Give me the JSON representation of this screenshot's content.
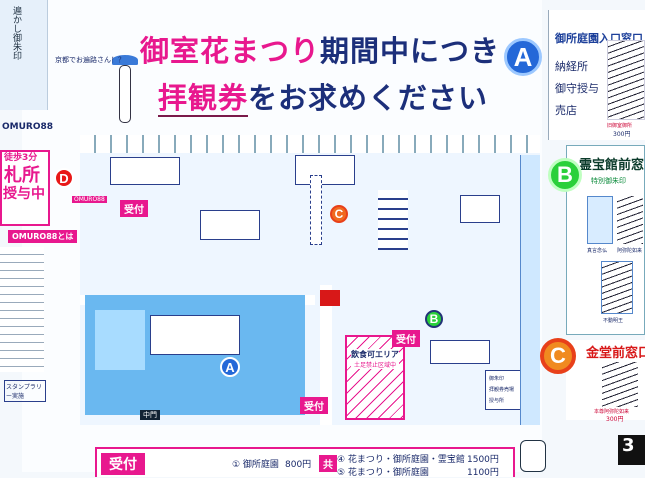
{
  "title": {
    "line1_pink": "御室花まつり",
    "line1_dark": "期間中につき",
    "line2_pink": "拝観券",
    "line2_dark": "をお求めください"
  },
  "balloon": "京都でお遍路さん！？",
  "left": {
    "side_text": "遍かし御朱印",
    "omuro_tag": "OMURO88",
    "walk": "徒歩3分",
    "fudasho": "札所",
    "juyo": "授与中",
    "omuro_badge": "OMURO88とは",
    "stamp": "スタンプラリー実施"
  },
  "markers": {
    "a": "A",
    "b": "B",
    "c": "C",
    "d": "D",
    "d_tag": "OMURO88"
  },
  "panel_a": {
    "title": "御所庭園入口窓口",
    "items": [
      "納経所",
      "御守授与",
      "売店"
    ],
    "caption": "旧御室御所",
    "price": "300円"
  },
  "panel_b": {
    "title": "霊宝館前窓口",
    "sub": "特別御朱印",
    "captions": [
      "真言念仏",
      "阿弥陀如来",
      "不動明王"
    ]
  },
  "panel_c": {
    "title": "金堂前窓口",
    "caption": "本尊阿弥陀如来",
    "price": "300円"
  },
  "map": {
    "reception": "受付",
    "eating_area": "飲食可エリア",
    "eating_sub": "土足禁止区域中",
    "gate": "中門",
    "legend": [
      "御朱印",
      "拝観券売場",
      "授与所"
    ]
  },
  "ticket": {
    "reception": "受付",
    "item1": "① 御所庭園",
    "price1": "800円",
    "shared": "共",
    "item4": "④ 花まつり・御所庭園・霊宝館",
    "price4": "1500円",
    "item5": "⑤ 花まつり・御所庭園",
    "price5": "1100円"
  },
  "corner": "3"
}
